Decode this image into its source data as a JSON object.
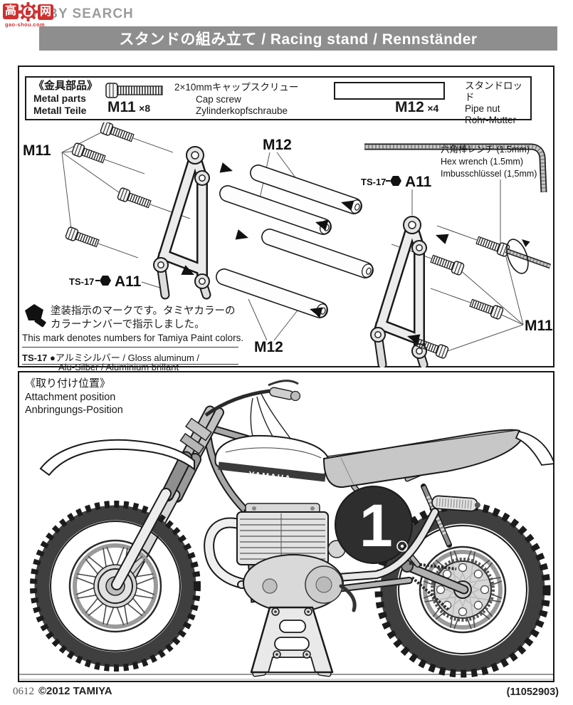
{
  "watermark": {
    "logo_left": "高",
    "logo_right": "网",
    "brand": "HOBBY SEARCH",
    "url": "gao-shou.com"
  },
  "header": {
    "title": "スタンドの組み立て / Racing stand / Rennständer"
  },
  "parts_box": {
    "title_jp": "《金具部品》",
    "title_en": "Metal parts",
    "title_de": "Metall Teile",
    "screw_code": "M11",
    "screw_qty": "×8",
    "screw_desc_jp": "2×10mmキャップスクリュー",
    "screw_desc_en": "Cap screw",
    "screw_desc_de": "Zylinderkopfschraube",
    "rod_code": "M12",
    "rod_qty": "×4",
    "rod_desc_jp": "スタンドロッド",
    "rod_desc_en": "Pipe nut",
    "rod_desc_de": "Rohr-Mutter"
  },
  "assembly": {
    "m11_left": "M11",
    "m11_right": "M11",
    "m12_top": "M12",
    "m12_bottom": "M12",
    "ts17_left_code": "TS-17",
    "ts17_left_part": "A11",
    "ts17_right_code": "TS-17",
    "ts17_right_part": "A11",
    "wrench_jp": "六角棒レンチ (1.5mm)",
    "wrench_en": "Hex wrench (1.5mm)",
    "wrench_de": "Imbusschlüssel (1,5mm)"
  },
  "paint_note": {
    "jp1": "塗装指示のマークです。タミヤカラーの",
    "jp2": "カラーナンバーで指示しました。",
    "en": "This mark denotes numbers for Tamiya Paint colors.",
    "code": "TS-17",
    "line1": "●アルミシルバー / Gloss aluminum /",
    "line2": "Alu-Silber / Aluminium brillant"
  },
  "attachment": {
    "title_jp": "《取り付け位置》",
    "title_en": "Attachment position",
    "title_de": "Anbringungs-Position",
    "tank_logo": "YAMAHA",
    "plate_number": "1"
  },
  "footer": {
    "code": "0612",
    "copyright": "©2012 TAMIYA",
    "part_no": "(11052903)"
  },
  "colors": {
    "header_bg": "#8e8e8e",
    "watermark_red": "#cf2f2f",
    "watermark_gray": "#9c9c9c",
    "plate_dark": "#2e2e2e",
    "line": "#1a1a1a",
    "seat_gray": "#c7c7c7"
  }
}
